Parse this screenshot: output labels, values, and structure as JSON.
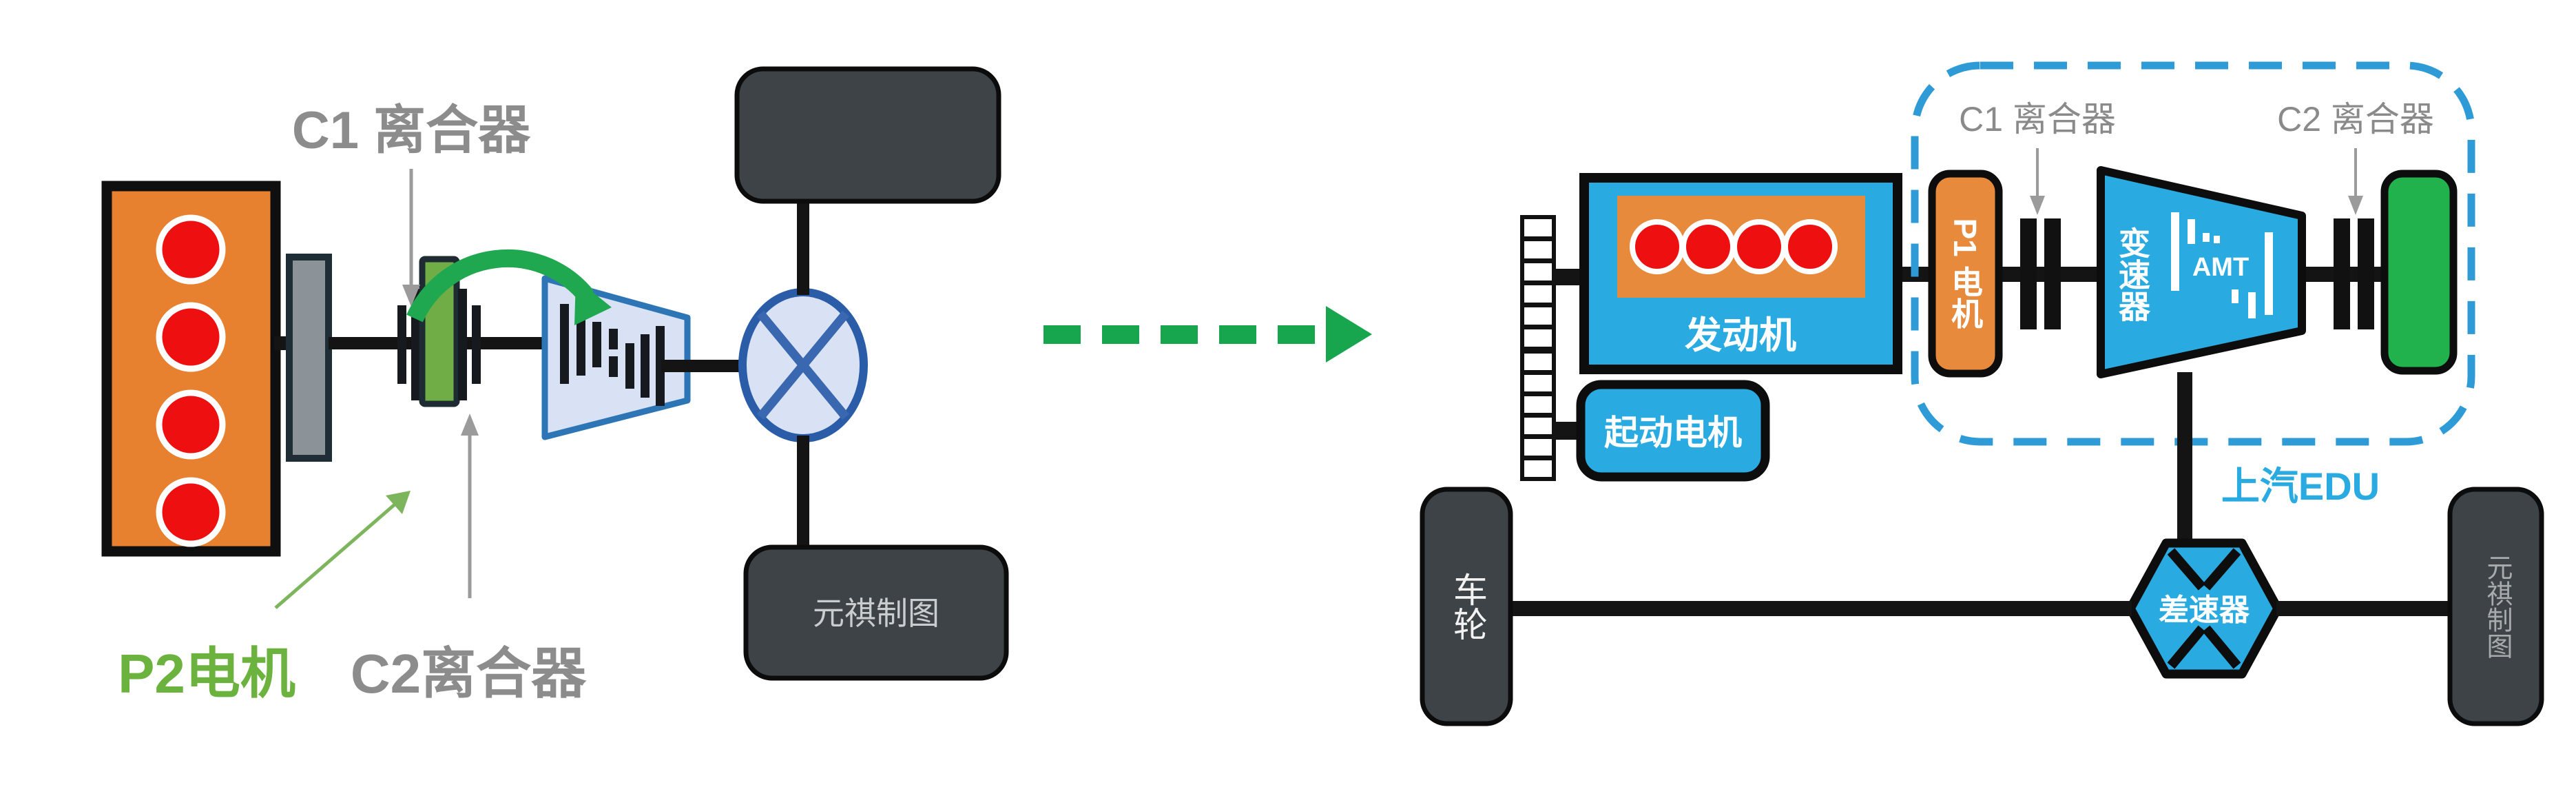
{
  "left_diagram": {
    "c1_clutch_label": "C1 离合器",
    "c2_clutch_label": "C2离合器",
    "p2_motor_label": "P2电机",
    "watermark": "元祺制图"
  },
  "right_diagram": {
    "c1_clutch_label": "C1 离合器",
    "c2_clutch_label": "C2 离合器",
    "engine_label": "发动机",
    "starter_motor_label": "起动电机",
    "p1_motor_label": "P1 电机",
    "gearbox_label": "变速器",
    "gearbox_type_label": "AMT",
    "edu_label": "上汽EDU",
    "differential_label": "差速器",
    "wheel_label": "车轮",
    "watermark": "元祺制图"
  },
  "colors": {
    "cyan_block": "#29ABE2",
    "orange_block": "#E78A3B",
    "green_block_right": "#21B14D",
    "green_block_left": "#70AD47",
    "dark_wheel": "#3E4347",
    "dashed_container_blue": "#2E9BD6",
    "gray_label": "#8C8C8C",
    "green_arrow": "#17A64E",
    "light_blue_fill": "#D9E2F5",
    "blue_border": "#2E75B6",
    "red_cylinder": "#EE1011"
  }
}
